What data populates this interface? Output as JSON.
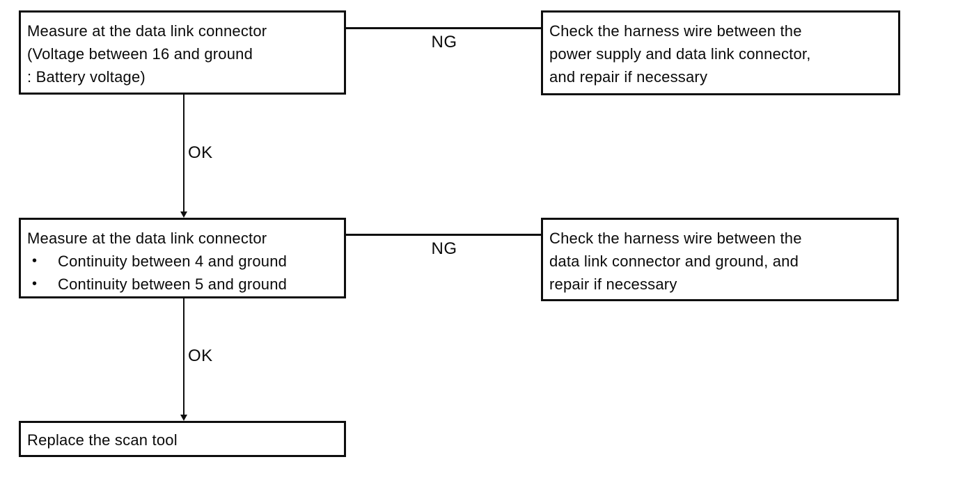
{
  "colors": {
    "ink": "#0e0e0e",
    "paper": "#ffffff"
  },
  "diagram": {
    "type": "flowchart",
    "bullet_char": "•",
    "nodes": {
      "step1": {
        "lines": [
          "Measure at the data link connector",
          "(Voltage between 16 and ground",
          ": Battery voltage)"
        ]
      },
      "step1_ng_action": {
        "lines": [
          "Check the harness wire between the",
          "power supply and data link connector,",
          "and repair if necessary"
        ]
      },
      "step2": {
        "title": "Measure at the data link connector",
        "bullets": [
          "Continuity between 4 and ground",
          "Continuity between 5 and ground"
        ]
      },
      "step2_ng_action": {
        "lines": [
          "Check the harness wire between the",
          "data link connector and ground, and",
          "repair if necessary"
        ]
      },
      "final": {
        "lines": [
          "Replace the scan tool"
        ]
      }
    },
    "edges": {
      "step1_to_ng": "NG",
      "step1_to_step2": "OK",
      "step2_to_ng": "NG",
      "step2_to_final": "OK"
    }
  }
}
